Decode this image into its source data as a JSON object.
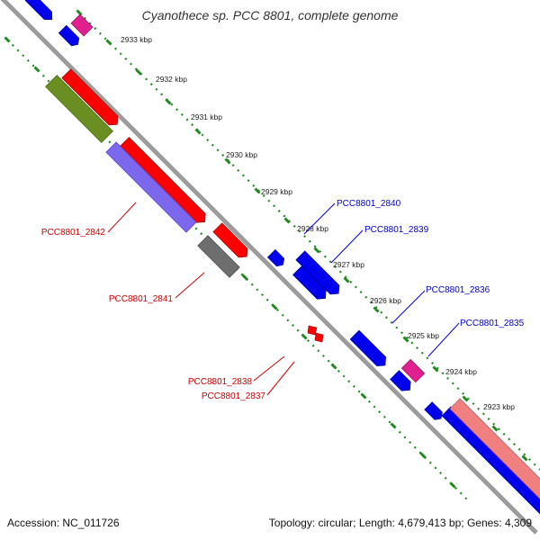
{
  "title": "Cyanothece sp. PCC 8801, complete genome",
  "accession": "Accession: NC_011726",
  "summary": "Topology: circular; Length: 4,679,413 bp; Genes: 4,309",
  "colors": {
    "backbone": "#9c9c9c",
    "tick_dots": "#1e8a1e",
    "forward_cds": "#ff0000",
    "reverse_cds": "#0000ff",
    "label_left": "#cc0000",
    "label_right": "#0000cc"
  },
  "scale_ticks": [
    "2933 kbp",
    "2932 kbp",
    "2931 kbp",
    "2930 kbp",
    "2929 kbp",
    "2928 kbp",
    "2927 kbp",
    "2926 kbp",
    "2925 kbp",
    "2924 kbp",
    "2923 kbp"
  ],
  "gene_labels": {
    "pcc2842": "PCC8801_2842",
    "pcc2841": "PCC8801_2841",
    "pcc2838": "PCC8801_2838",
    "pcc2837": "PCC8801_2837",
    "pcc2840": "PCC8801_2840",
    "pcc2839": "PCC8801_2839",
    "pcc2836": "PCC8801_2836",
    "pcc2835": "PCC8801_2835"
  }
}
